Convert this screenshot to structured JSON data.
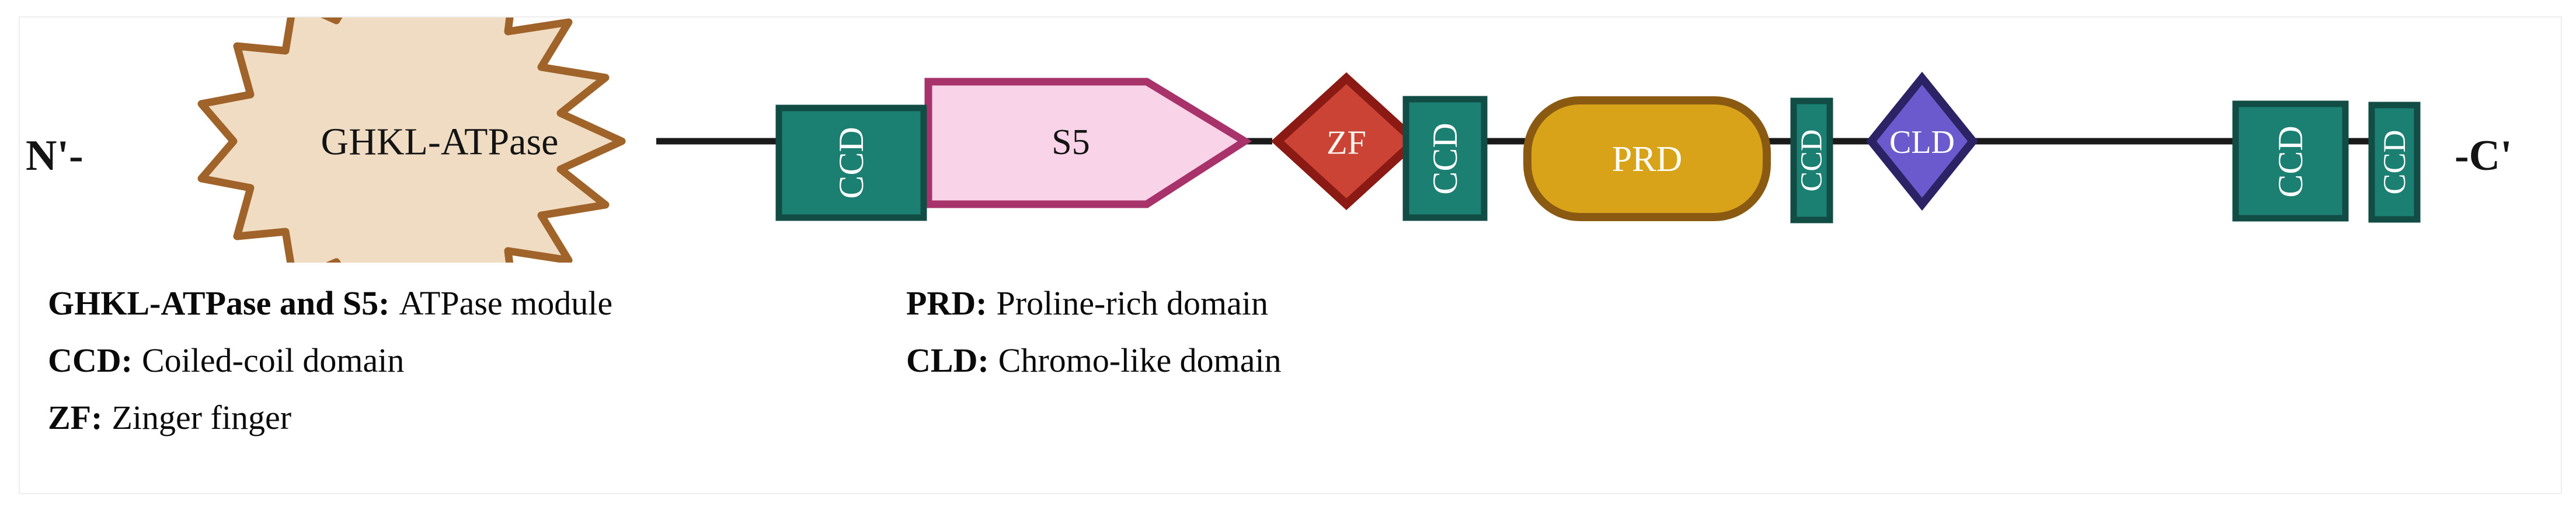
{
  "figure": {
    "type": "protein-domain-architecture-diagram",
    "background_color": "#ffffff",
    "frame_border_color": "#eeeeee"
  },
  "diagram": {
    "n_terminus_label": "N'-",
    "c_terminus_label": "-C'",
    "connector_color": "#1a1a1a",
    "domains": [
      {
        "id": "ghkl-atpase",
        "label": "GHKL-ATPase",
        "shape": "starburst",
        "fill": "#EFDCC3",
        "stroke": "#A0632A",
        "text_color": "#141414"
      },
      {
        "id": "ccd-1",
        "label": "CCD",
        "shape": "rectangle",
        "fill": "#1B7F72",
        "stroke": "#114D45",
        "text_color": "#ffffff"
      },
      {
        "id": "s5",
        "label": "S5",
        "shape": "pentagon-arrow",
        "fill": "#F9D3E8",
        "stroke": "#A8336A",
        "text_color": "#141414"
      },
      {
        "id": "zf",
        "label": "ZF",
        "shape": "diamond",
        "fill": "#CB4335",
        "stroke": "#8B1A14",
        "text_color": "#FDF6EE"
      },
      {
        "id": "ccd-2",
        "label": "CCD",
        "shape": "rectangle",
        "fill": "#1B7F72",
        "stroke": "#114D45",
        "text_color": "#ffffff"
      },
      {
        "id": "prd",
        "label": "PRD",
        "shape": "stadium",
        "fill": "#D9A319",
        "stroke": "#8A5A12",
        "text_color": "#FFFDF4"
      },
      {
        "id": "ccd-3",
        "label": "CCD",
        "shape": "rectangle",
        "fill": "#1B7F72",
        "stroke": "#114D45",
        "text_color": "#ffffff"
      },
      {
        "id": "cld",
        "label": "CLD",
        "shape": "diamond",
        "fill": "#6A5ACD",
        "stroke": "#2B2366",
        "text_color": "#FFFFFF"
      },
      {
        "id": "ccd-4",
        "label": "CCD",
        "shape": "rectangle",
        "fill": "#1B7F72",
        "stroke": "#114D45",
        "text_color": "#ffffff"
      },
      {
        "id": "ccd-5",
        "label": "CCD",
        "shape": "rectangle",
        "fill": "#1B7F72",
        "stroke": "#114D45",
        "text_color": "#ffffff"
      }
    ]
  },
  "legend": {
    "left_column": [
      {
        "abbr": "GHKL-ATPase and S5:",
        "desc": "ATPase module"
      },
      {
        "abbr": "CCD:",
        "desc": "Coiled-coil domain"
      },
      {
        "abbr": "ZF:",
        "desc": "Zinger finger"
      }
    ],
    "right_column": [
      {
        "abbr": "PRD:",
        "desc": "Proline-rich domain"
      },
      {
        "abbr": "CLD:",
        "desc": "Chromo-like domain"
      }
    ]
  }
}
